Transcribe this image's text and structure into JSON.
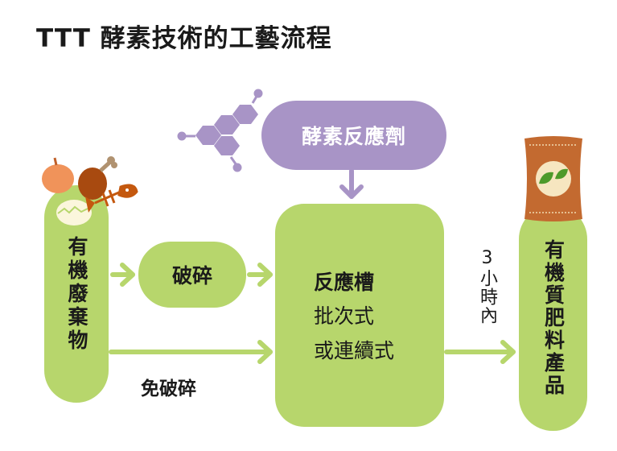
{
  "title": "TTT 酵素技術的工藝流程",
  "nodes": {
    "waste": "有機廢棄物",
    "crush": "破碎",
    "enzyme": "酵素反應劑",
    "tank_title": "反應槽",
    "tank_line1": "批次式",
    "tank_line2": "或連續式",
    "product": "有機質肥料產品"
  },
  "labels": {
    "no_crush": "免破碎",
    "time": "3小時內"
  },
  "colors": {
    "green": "#b7d66c",
    "purple": "#a894c6"
  }
}
